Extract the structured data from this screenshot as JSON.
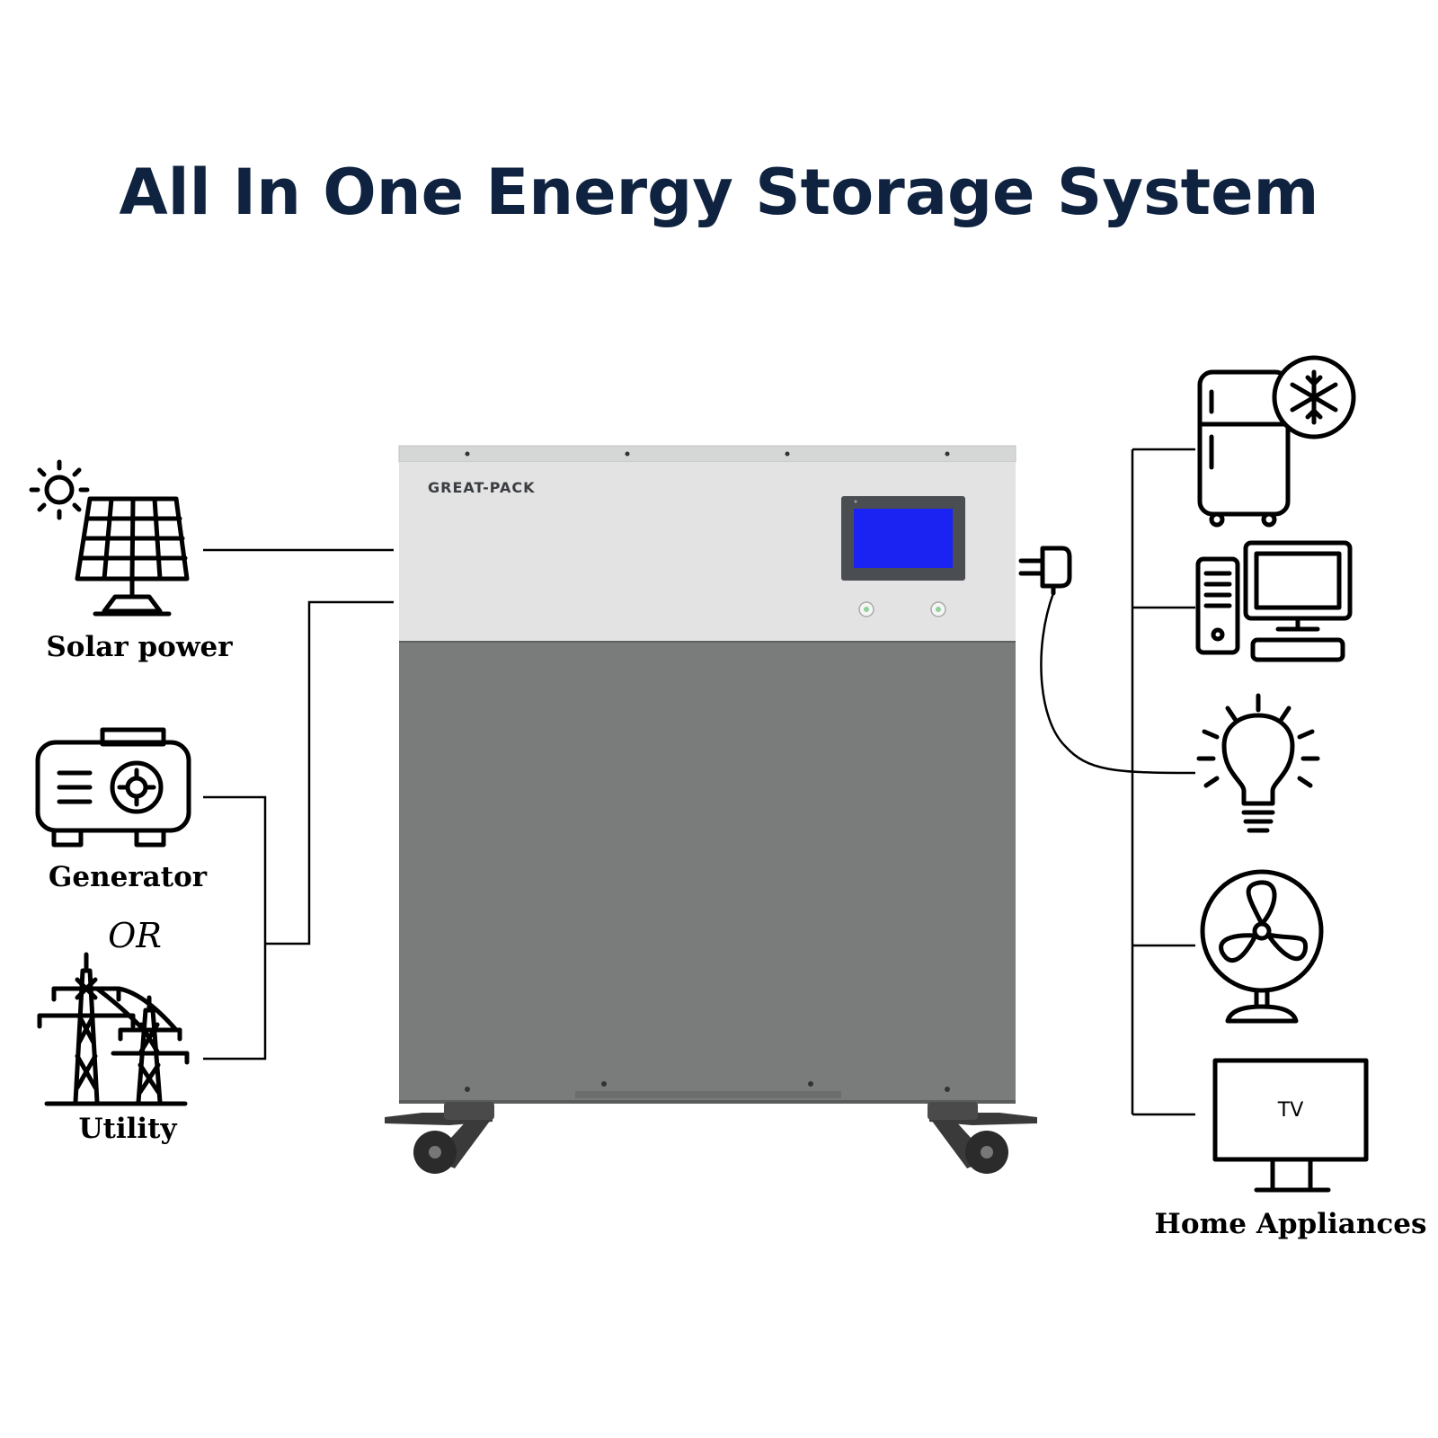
{
  "title": "All In One Energy Storage System",
  "colors": {
    "title": "#0f2340",
    "panel_top": "#e3e3e3",
    "panel_body": "#7a7c7b",
    "screen": "#1a23f2",
    "screen_frame": "#4a4d52"
  },
  "unit": {
    "brand": "GREAT-PACK"
  },
  "sources": {
    "solar_label": "Solar power",
    "generator_label": "Generator",
    "or_label": "OR",
    "utility_label": "Utility"
  },
  "loads": {
    "tv_text": "TV",
    "group_label": "Home Appliances"
  },
  "icons": {
    "sun": "sun-icon",
    "solar_panel": "solar-panel-icon",
    "generator": "generator-icon",
    "utility": "transmission-tower-icon",
    "refrigerator": "refrigerator-icon",
    "snowflake": "snowflake-icon",
    "computer": "desktop-computer-icon",
    "bulb": "light-bulb-icon",
    "fan": "fan-icon",
    "tv": "tv-icon",
    "plug": "plug-icon"
  }
}
